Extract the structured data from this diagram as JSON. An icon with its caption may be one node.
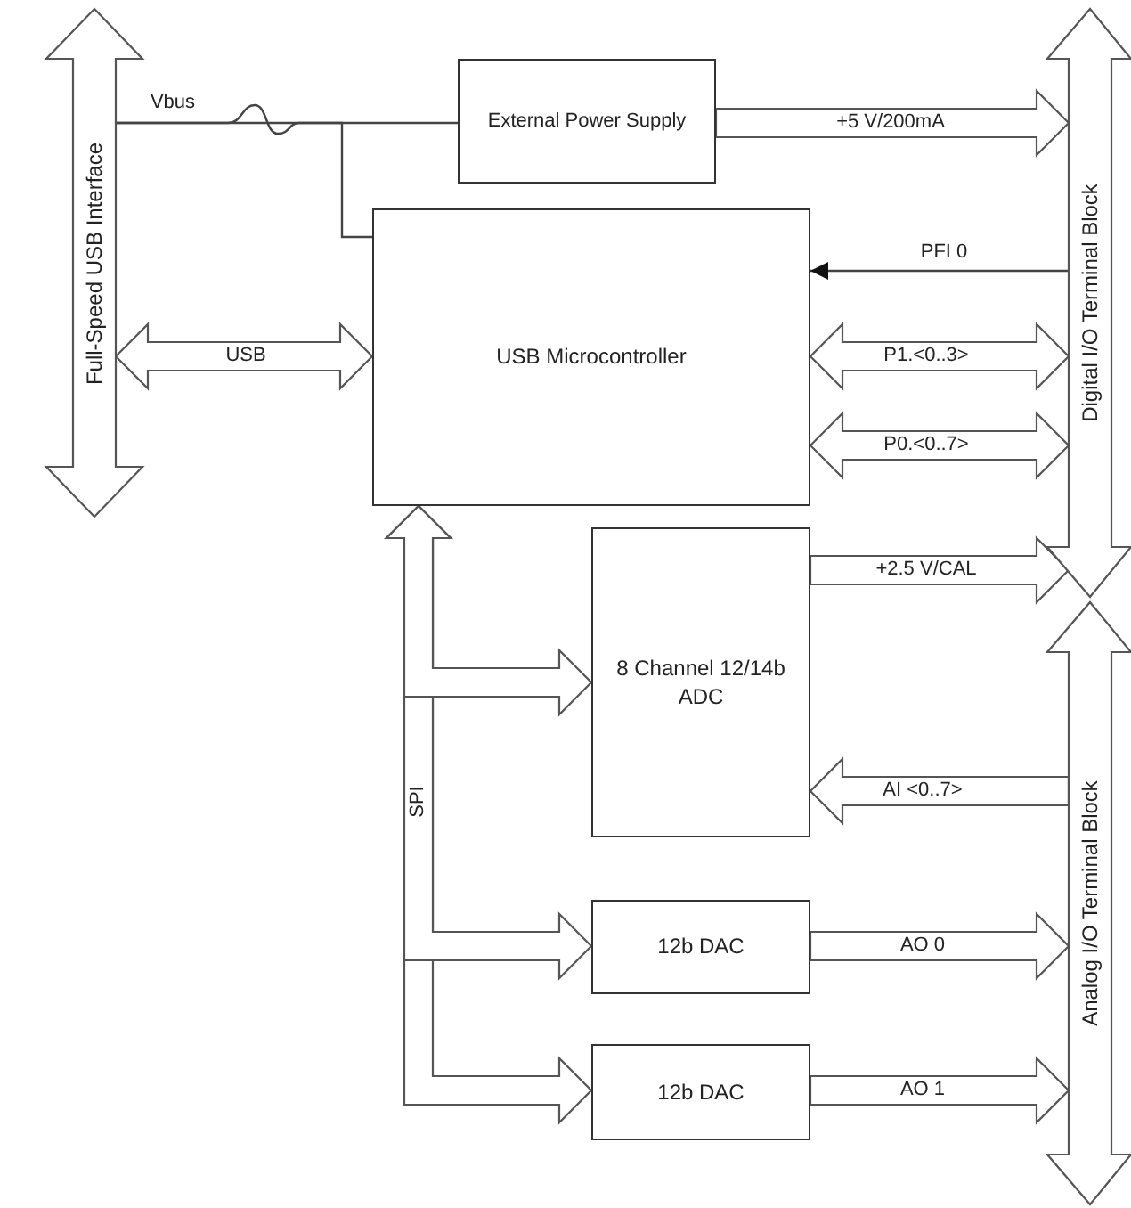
{
  "diagram": {
    "nodes": [
      {
        "text": [
          "Full-Speed USB Interface"
        ]
      },
      {
        "text": [
          "External Power Supply"
        ]
      },
      {
        "text": [
          "USB Microcontroller"
        ]
      },
      {
        "text": [
          "8 Channel 12/14b ADC"
        ]
      },
      {
        "text": [
          "12b DAC"
        ]
      },
      {
        "text": [
          "12b DAC"
        ]
      },
      {
        "text": [
          "Digital I/O Terminal Block"
        ]
      },
      {
        "text": [
          "Analog I/O Terminal Block"
        ]
      }
    ],
    "edges": [
      {
        "from": 0,
        "to": 1,
        "arrow": "none",
        "label": "Vbus"
      },
      {
        "from": 0,
        "to": 2,
        "arrow": "none"
      },
      {
        "from": 0,
        "to": 2,
        "arrow": "both",
        "label": "USB",
        "style": "thick"
      },
      {
        "from": 1,
        "to": 6,
        "arrow": "to",
        "label": "+5 V/200mA",
        "style": "thick"
      },
      {
        "from": 6,
        "to": 2,
        "arrow": "to",
        "label": "PFI 0"
      },
      {
        "from": 2,
        "to": 6,
        "arrow": "both",
        "label": "P1.<0..3>",
        "style": "thick"
      },
      {
        "from": 2,
        "to": 6,
        "arrow": "both",
        "label": "P0.<0..7>",
        "style": "thick"
      },
      {
        "from": 3,
        "to": 6,
        "arrow": "to",
        "label": "+2.5 V/CAL",
        "style": "thick"
      },
      {
        "from": 7,
        "to": 3,
        "arrow": "to",
        "label": "AI <0..7>",
        "style": "thick"
      },
      {
        "from": 4,
        "to": 7,
        "arrow": "to",
        "label": "AO  0",
        "style": "thick"
      },
      {
        "from": 5,
        "to": 7,
        "arrow": "to",
        "label": "AO  1",
        "style": "thick"
      },
      {
        "from": 2,
        "to": 3,
        "arrow": "both",
        "style": "thick"
      },
      {
        "from": 2,
        "to": 4,
        "arrow": "both",
        "style": "thick"
      },
      {
        "from": 2,
        "to": 5,
        "arrow": "both",
        "label": "SPI",
        "style": "thick"
      }
    ]
  }
}
